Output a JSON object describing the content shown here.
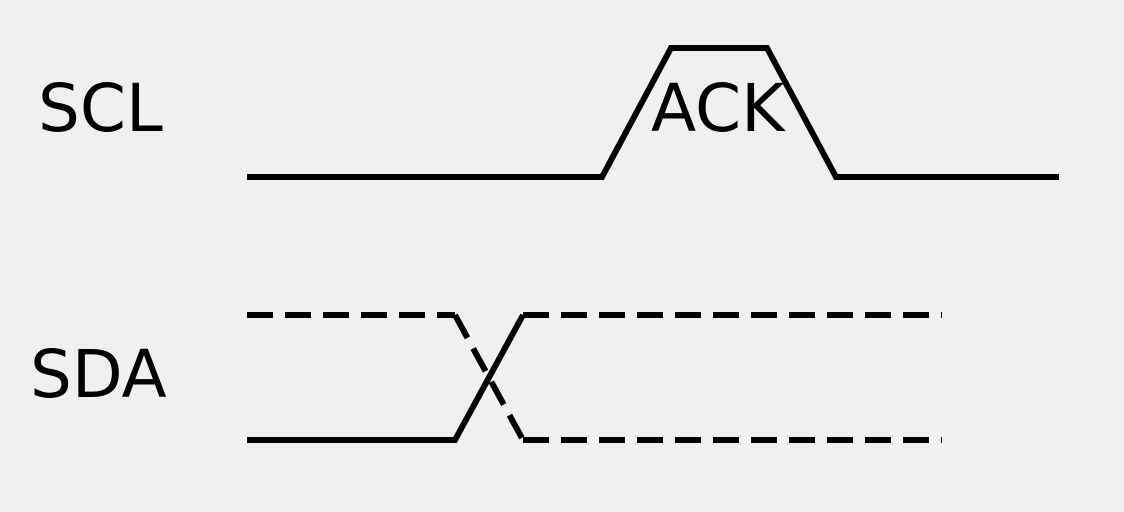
{
  "signals": {
    "scl": {
      "label": "SCL",
      "pulse_label": "ACK"
    },
    "sda": {
      "label": "SDA"
    }
  },
  "colors": {
    "background": "#f0f0f0",
    "line": "#000000"
  }
}
